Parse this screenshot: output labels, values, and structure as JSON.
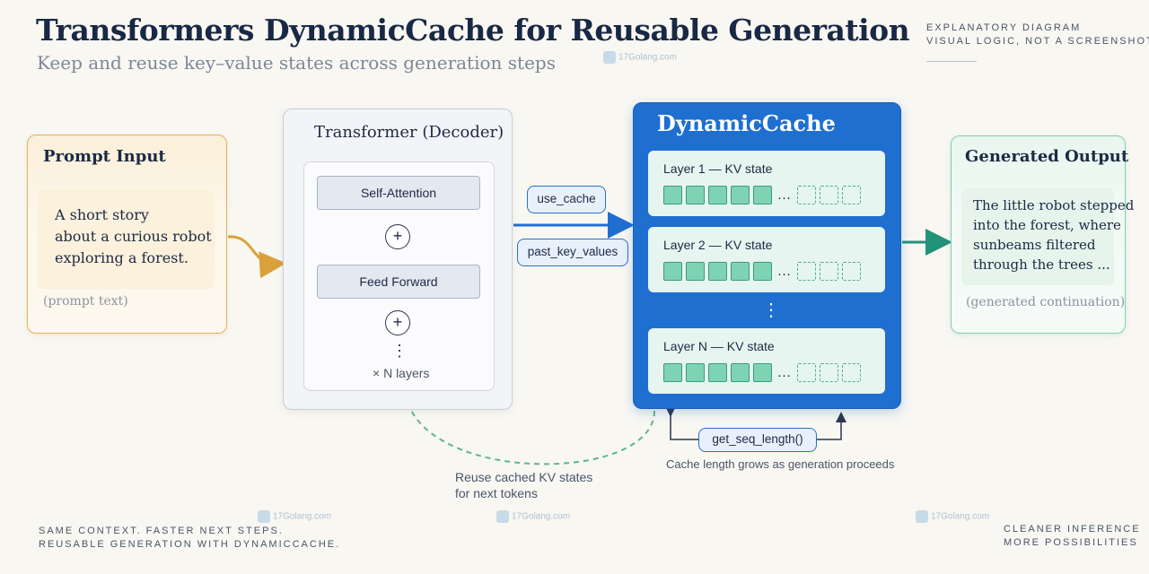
{
  "header": {
    "title": "Transformers DynamicCache for Reusable Generation",
    "subtitle": "Keep and reuse key–value states across generation steps"
  },
  "corner_tr": {
    "line1": "EXPLANATORY DIAGRAM",
    "line2": "VISUAL LOGIC, NOT A SCREENSHOT"
  },
  "prompt": {
    "heading": "Prompt Input",
    "lines": [
      "A short story",
      "about a curious robot",
      "exploring a forest."
    ],
    "caption": "(prompt text)"
  },
  "decoder": {
    "heading": "Transformer (Decoder)",
    "attention": "Self-Attention",
    "feed_forward": "Feed Forward",
    "plus": "+",
    "vdots": "⋮",
    "layers_note": "× N layers"
  },
  "params": {
    "use_cache": "use_cache",
    "past_key_values": "past_key_values"
  },
  "cache": {
    "title": "DynamicCache",
    "layers": [
      {
        "label": "Layer 1 — KV state"
      },
      {
        "label": "Layer 2 — KV state"
      },
      {
        "label": "Layer N — KV state"
      }
    ],
    "ellipsis": "…",
    "vdots": "⋮",
    "method": "get_seq_length()",
    "method_caption": "Cache length grows as generation proceeds"
  },
  "output": {
    "heading": "Generated Output",
    "lines": [
      "The little robot stepped",
      "into the forest, where",
      "sunbeams filtered",
      "through the trees ..."
    ],
    "caption": "(generated continuation)"
  },
  "reuse": {
    "line1": "Reuse cached KV states",
    "line2": "for next tokens"
  },
  "footer_left": {
    "line1": "SAME CONTEXT. FASTER NEXT STEPS.",
    "line2": "REUSABLE GENERATION WITH DYNAMICCACHE."
  },
  "footer_right": {
    "line1": "CLEANER INFERENCE",
    "line2": "MORE POSSIBILITIES"
  },
  "watermark": "17Golang.com",
  "colors": {
    "accent_blue": "#1f6fd1",
    "prompt_border": "#e3b15a",
    "output_border": "#7ecfae",
    "kv_cell": "#7fd3b5"
  }
}
